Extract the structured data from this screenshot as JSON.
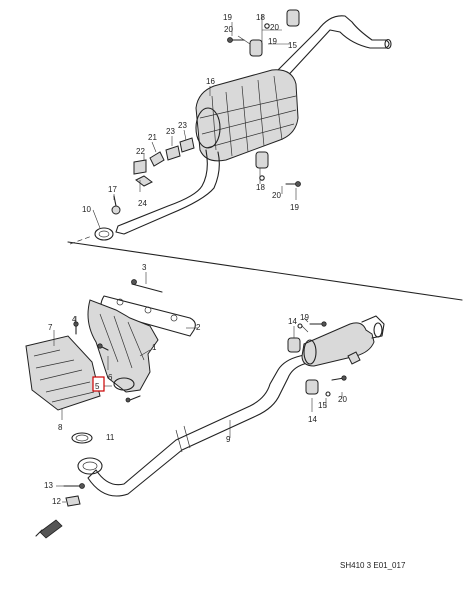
{
  "diagram": {
    "drawing_code": "SH410 3 E01_017",
    "callouts": {
      "c1": "1",
      "c2": "2",
      "c3": "3",
      "c4": "4",
      "c5": "5",
      "c6": "6",
      "c7": "7",
      "c8": "8",
      "c9": "9",
      "c10": "10",
      "c11": "11",
      "c12": "12",
      "c13": "13",
      "c14a": "14",
      "c14b": "14",
      "c15a": "15",
      "c15b": "15",
      "c16": "16",
      "c17": "17",
      "c18a": "18",
      "c18b": "18",
      "c19a": "19",
      "c19b": "19",
      "c19c": "19",
      "c19d": "19",
      "c20a": "20",
      "c20b": "20",
      "c20c": "20",
      "c21": "21",
      "c22": "22",
      "c23a": "23",
      "c23b": "23",
      "c24": "24"
    },
    "highlighted_part": "5"
  }
}
